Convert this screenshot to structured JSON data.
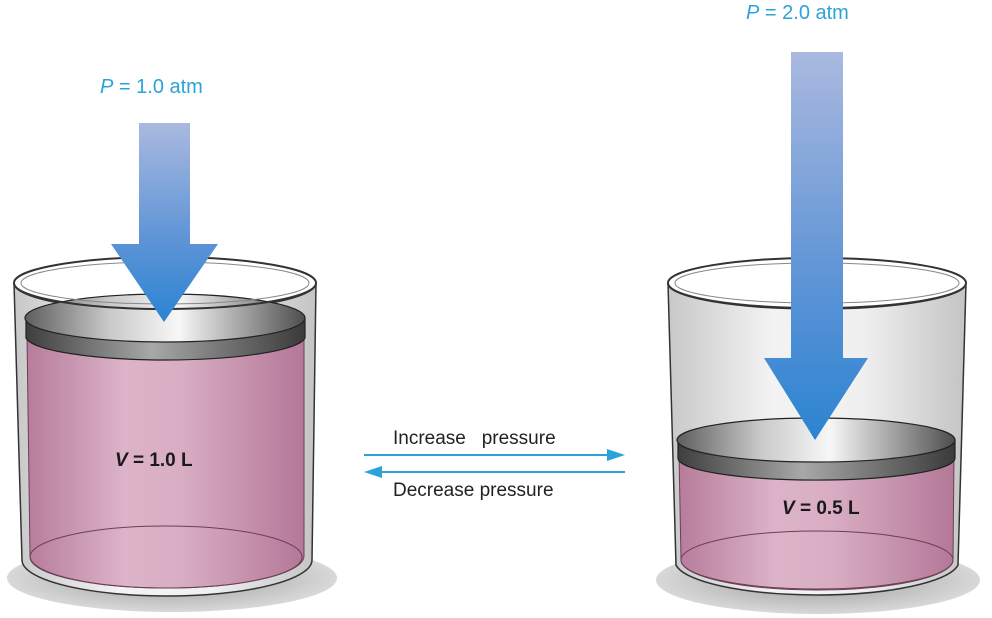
{
  "left": {
    "pressure_var": "P",
    "pressure_value": " = 1.0 atm",
    "volume_var": "V",
    "volume_value": " = 1.0 L"
  },
  "right": {
    "pressure_var": "P",
    "pressure_value": " = 2.0 atm",
    "volume_var": "V",
    "volume_value": " = 0.5 L"
  },
  "center": {
    "increase_label": "Increase   pressure",
    "decrease_label": "Decrease pressure"
  },
  "colors": {
    "label_blue": "#2aa3d8",
    "arrow_top": "#a9b9de",
    "arrow_bottom": "#2f86d3",
    "liquid": "#c48aa8",
    "glass": "#dcdcdc",
    "piston": "#6f6f6f",
    "double_arrow": "#2aa3d8"
  },
  "icons": {
    "pressure_arrow": "down-arrow-icon",
    "direction_arrows": "double-arrow-icon"
  }
}
